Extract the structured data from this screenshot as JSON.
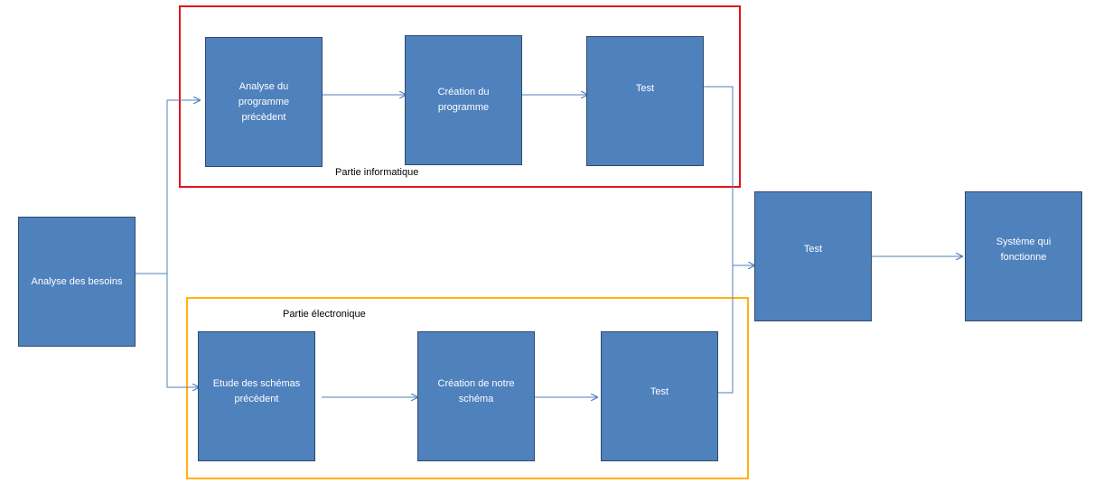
{
  "colors": {
    "box_fill": "#4f81bd",
    "box_border": "#2e4a6e",
    "arrow": "#4f81bd",
    "group_informatique": "#e0141b",
    "group_electronique": "#ffb20f"
  },
  "groups": {
    "informatique": {
      "label": "Partie informatique"
    },
    "electronique": {
      "label": "Partie électronique"
    }
  },
  "nodes": {
    "analyse_besoins": "Analyse des besoins",
    "analyse_programme": "Analyse du\nprogramme\nprécèdent",
    "creation_programme": "Création du\nprogramme",
    "test_info": "Test",
    "etude_schemas": "Etude des schémas\nprécèdent",
    "creation_schema": "Création de notre\nschéma",
    "test_elec": "Test",
    "test_final": "Test",
    "systeme": "Système qui\nfonctionne"
  }
}
